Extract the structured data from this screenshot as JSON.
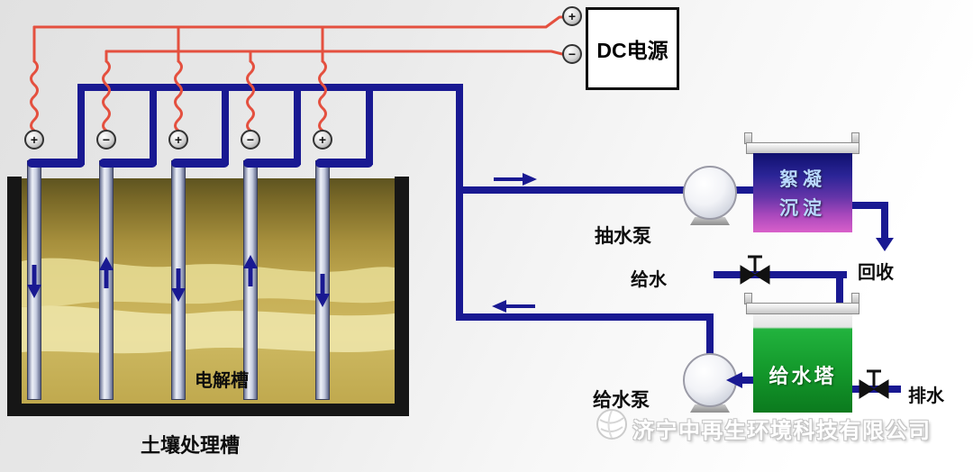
{
  "colors": {
    "pipe_blue": "#191992",
    "wire_red": "#e4503f",
    "soil_dark": "#5e5420",
    "soil_light": "#f0e7ad",
    "floc_top": "#10106e",
    "floc_bottom": "#d960ca",
    "tower_green": "#149a2c"
  },
  "power": {
    "label": "DC电源",
    "positive_sign": "+",
    "negative_sign": "−"
  },
  "electrode_terminals": [
    {
      "sign": "+"
    },
    {
      "sign": "−"
    },
    {
      "sign": "+"
    },
    {
      "sign": "−"
    },
    {
      "sign": "+"
    }
  ],
  "tank": {
    "electrolysis_label": "电解槽",
    "caption": "土壤处理槽"
  },
  "process": {
    "extract_pump_label": "抽水泵",
    "supply_pump_label": "给水泵",
    "floc_tank_line1": "絮凝",
    "floc_tank_line2": "沉淀",
    "tower_label": "给水塔",
    "recycle_label": "回收",
    "supply_label": "给水",
    "drain_label": "排水"
  },
  "watermark": {
    "company": "济宁中再生环境科技有限公司"
  }
}
